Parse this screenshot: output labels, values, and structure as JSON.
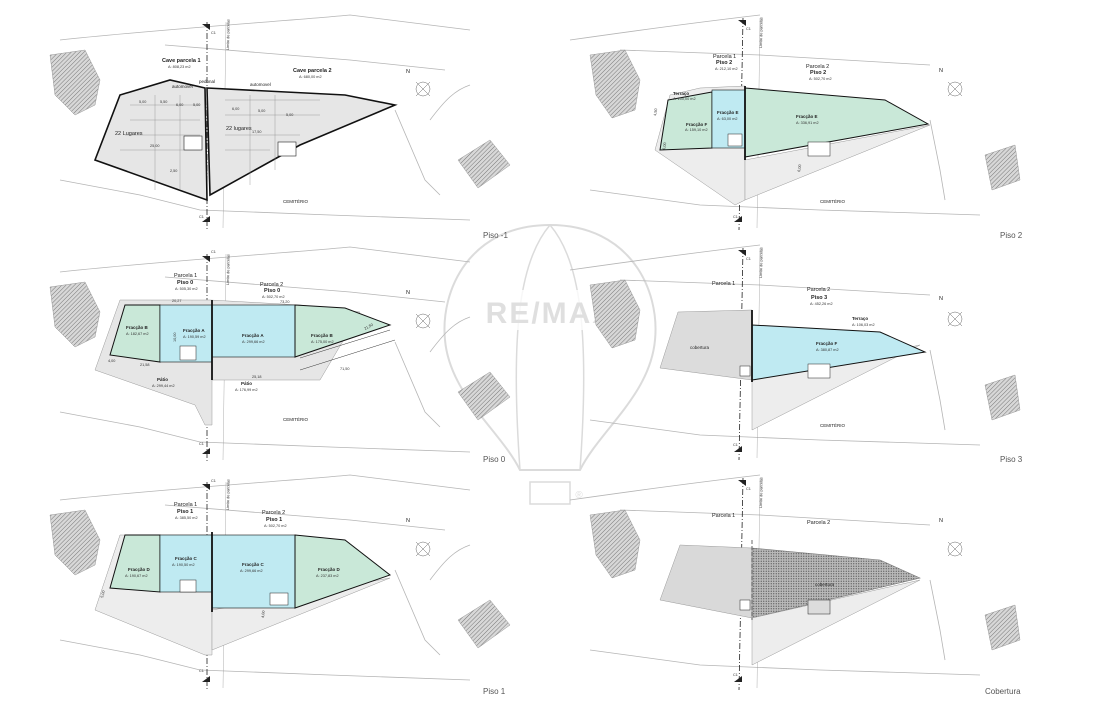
{
  "watermark": {
    "brand": "RE/MAX",
    "mark": "®"
  },
  "common": {
    "north": "N",
    "cemetery": "CEMITÉRIO",
    "axis": "C1",
    "axis_note": "Limite de parcelas"
  },
  "panels": {
    "piso_m1": {
      "caption": "Piso -1",
      "cave1_title": "Cave parcela 1",
      "cave1_area": "A: 808,23 m2",
      "cave2_title": "Cave parcela 2",
      "cave2_area": "A: 680,00 m2",
      "automovel": "automovel",
      "pedonal": "pedonal",
      "lugares1": "22 Lugares",
      "lugares2": "22 lugares",
      "dims": [
        "5,00",
        "5,50",
        "6,00",
        "5,00",
        "6,00",
        "5,00",
        "5,00",
        "25,00",
        "17,50",
        "2,50"
      ]
    },
    "piso_0": {
      "caption": "Piso 0",
      "parcela1": "Parcela 1",
      "piso1": "Piso 0",
      "piso1_area": "A: 505,30 m2",
      "parcela2": "Parcela 2",
      "piso2": "Piso 0",
      "piso2_area": "A: 502,70 m2",
      "fraccao_b1": "Fracção B",
      "fraccao_b1_area": "A: 182,67 m2",
      "fraccao_a1": "Fracção A",
      "fraccao_a1_area": "A: 190,59 m2",
      "fraccao_a2": "Fracção A",
      "fraccao_a2_area": "A: 299,66 m2",
      "fraccao_b2": "Fracção B",
      "fraccao_b2_area": "A: 175,00 m2",
      "patio1": "Pátio",
      "patio1_area": "A: 299,44 m2",
      "patio2": "Pátio",
      "patio2_area": "A: 176,99 m2",
      "dims": [
        "20,27",
        "73,20",
        "10,00",
        "21,58",
        "25,18",
        "4,00",
        "71,50",
        "21,50"
      ]
    },
    "piso_1": {
      "caption": "Piso 1",
      "parcela1": "Parcela 1",
      "piso1": "Piso 1",
      "piso1_area": "A: 385,50 m2",
      "parcela2": "Parcela 2",
      "piso2": "Piso 1",
      "piso2_area": "A: 502,70 m2",
      "fraccao_d1": "Fracção D",
      "fraccao_d1_area": "A: 190,67 m2",
      "fraccao_c1": "Fracção C",
      "fraccao_c1_area": "A: 190,50 m2",
      "fraccao_c2": "Fracção C",
      "fraccao_c2_area": "A: 299,66 m2",
      "fraccao_d2": "Fracção D",
      "fraccao_d2_area": "A: 237,83 m2",
      "dims": [
        "5,00",
        "4,00"
      ]
    },
    "piso_2": {
      "caption": "Piso 2",
      "parcela1": "Parcela 1",
      "piso1": "Piso 2",
      "piso1_area": "A: 212,10 m2",
      "parcela2": "Parcela 2",
      "piso2": "Piso 2",
      "piso2_area": "A: 502,70 m2",
      "terraco": "Terraço",
      "terraco_area": "A: 100,00 m2",
      "fraccao_f": "Fracção F",
      "fraccao_f_area": "A: 159,10 m2",
      "fraccao_e1": "Fracção E",
      "fraccao_e1_area": "A: 63,00 m2",
      "fraccao_e2": "Fracção E",
      "fraccao_e2_area": "A: 336,91 m2",
      "dims": [
        "4,50",
        "6,00",
        "6,00"
      ]
    },
    "piso_3": {
      "caption": "Piso 3",
      "parcela1": "Parcela 1",
      "parcela2": "Parcela 2",
      "piso2": "Piso 3",
      "piso2_area": "A: 452,26 m2",
      "cobertura": "cobertura",
      "terraco": "Terraço",
      "terraco_area": "A: 106,03 m2",
      "fraccao_f": "Fracção F",
      "fraccao_f_area": "A: 380,87 m2"
    },
    "cobertura": {
      "caption": "Cobertura",
      "parcela1": "Parcela 1",
      "parcela2": "Parcela 2",
      "cobertura": "cobertura"
    }
  },
  "colors": {
    "fraction_green": "#c9e8d8",
    "fraction_cyan": "#bfeaf2",
    "slab_gray": "#e6e6e6",
    "line": "#1a1a1a",
    "context": "#b5b5b5"
  }
}
